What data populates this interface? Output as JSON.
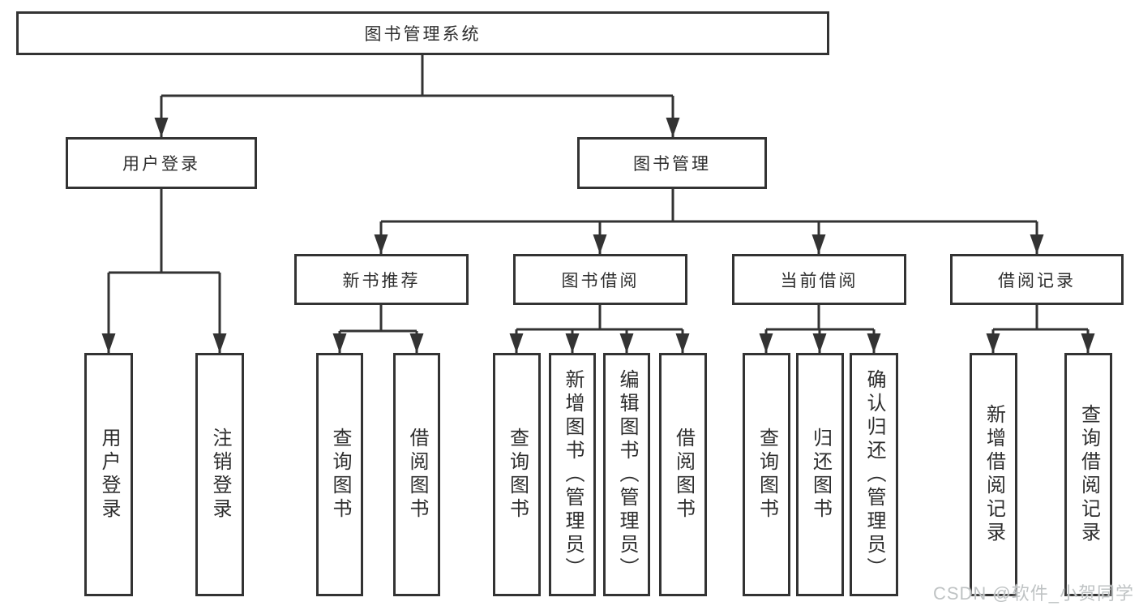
{
  "tree": {
    "label": "图书管理系统",
    "children": [
      {
        "label": "用户登录",
        "children": [
          {
            "label": "用户登录"
          },
          {
            "label": "注销登录"
          }
        ]
      },
      {
        "label": "图书管理",
        "children": [
          {
            "label": "新书推荐",
            "children": [
              {
                "label": "查询图书"
              },
              {
                "label": "借阅图书"
              }
            ]
          },
          {
            "label": "图书借阅",
            "children": [
              {
                "label": "查询图书"
              },
              {
                "label": "新增图书（管理员）"
              },
              {
                "label": "编辑图书（管理员）"
              },
              {
                "label": "借阅图书"
              }
            ]
          },
          {
            "label": "当前借阅",
            "children": [
              {
                "label": "查询图书"
              },
              {
                "label": "归还图书"
              },
              {
                "label": "确认归还（管理员）"
              }
            ]
          },
          {
            "label": "借阅记录",
            "children": [
              {
                "label": "新增借阅记录"
              },
              {
                "label": "查询借阅记录"
              }
            ]
          }
        ]
      }
    ]
  },
  "watermark": {
    "text": "CSDN @软件_小贺同学"
  },
  "colors": {
    "line": "#333333",
    "text": "#2e2e2e",
    "background": "#ffffff",
    "watermark": "#bfc3c4"
  }
}
